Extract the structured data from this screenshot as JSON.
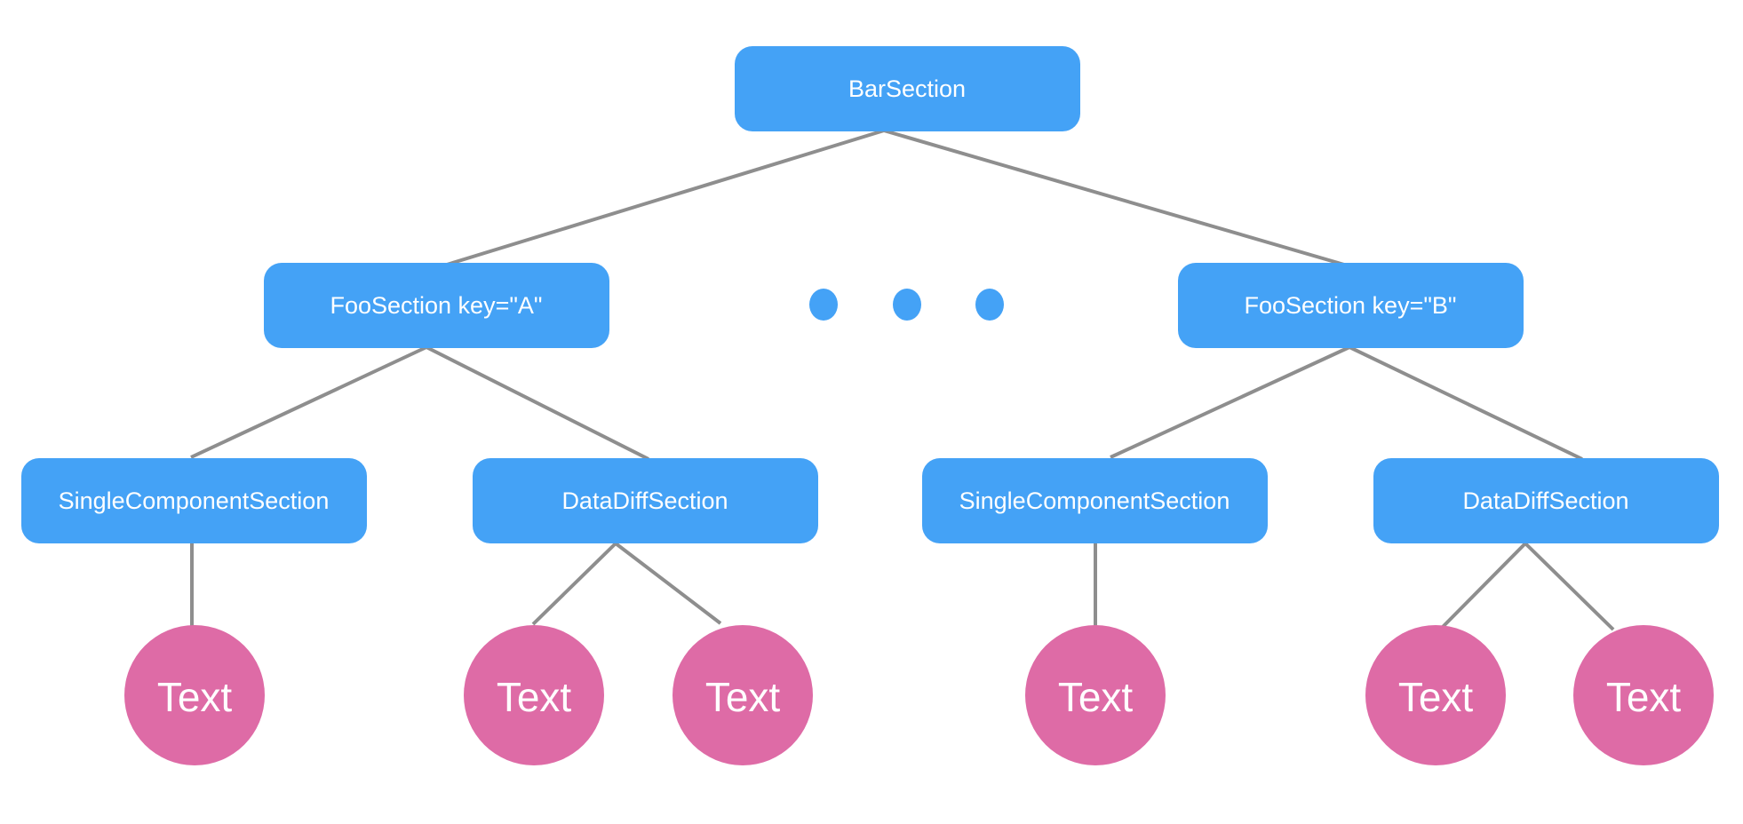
{
  "colors": {
    "section_fill": "#44a2f6",
    "text_node_fill": "#de6ba6",
    "edge": "#8e8e8e",
    "ellipsis_dot": "#44a2f6",
    "label": "#ffffff"
  },
  "nodes": {
    "bar_section": {
      "label": "BarSection"
    },
    "foo_a": {
      "label": "FooSection key=\"A\""
    },
    "foo_b": {
      "label": "FooSection key=\"B\""
    },
    "single_a": {
      "label": "SingleComponentSection"
    },
    "diff_a": {
      "label": "DataDiffSection"
    },
    "single_b": {
      "label": "SingleComponentSection"
    },
    "diff_b": {
      "label": "DataDiffSection"
    },
    "text_1": {
      "label": "Text"
    },
    "text_2": {
      "label": "Text"
    },
    "text_3": {
      "label": "Text"
    },
    "text_4": {
      "label": "Text"
    },
    "text_5": {
      "label": "Text"
    },
    "text_6": {
      "label": "Text"
    }
  },
  "edges": [
    [
      "bar_section",
      "foo_a"
    ],
    [
      "bar_section",
      "foo_b"
    ],
    [
      "foo_a",
      "single_a"
    ],
    [
      "foo_a",
      "diff_a"
    ],
    [
      "foo_b",
      "single_b"
    ],
    [
      "foo_b",
      "diff_b"
    ],
    [
      "single_a",
      "text_1"
    ],
    [
      "diff_a",
      "text_2"
    ],
    [
      "diff_a",
      "text_3"
    ],
    [
      "single_b",
      "text_4"
    ],
    [
      "diff_b",
      "text_5"
    ],
    [
      "diff_b",
      "text_6"
    ]
  ]
}
